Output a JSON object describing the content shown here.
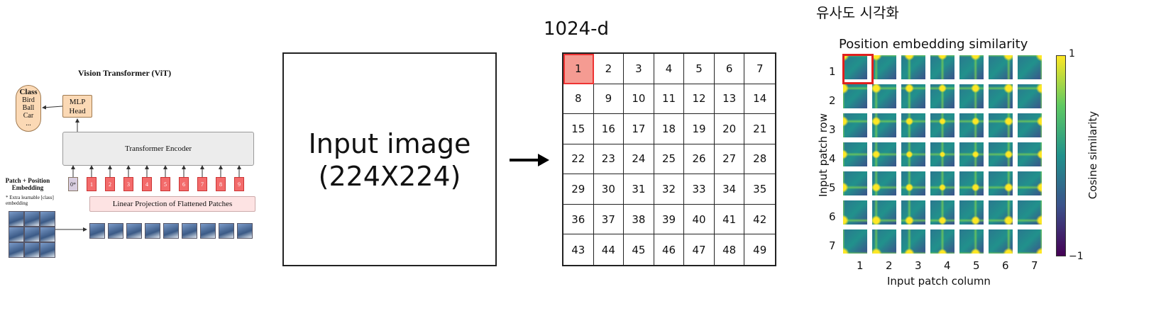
{
  "vit": {
    "title": "Vision Transformer (ViT)",
    "class_box": {
      "heading": "Class",
      "items": [
        "Bird",
        "Ball",
        "Car",
        "..."
      ]
    },
    "mlp_head": [
      "MLP",
      "Head"
    ],
    "encoder": "Transformer Encoder",
    "projection": "Linear Projection of Flattened Patches",
    "patch_position_label": "Patch + Position Embedding",
    "extra_label": "* Extra learnable [class] embedding",
    "tokens": [
      "0*",
      "1",
      "2",
      "3",
      "4",
      "5",
      "6",
      "7",
      "8",
      "9"
    ]
  },
  "input_image": {
    "line1": "Input image",
    "line2": "(224X224)"
  },
  "grid": {
    "label": "1024-d",
    "cells": [
      "1",
      "2",
      "3",
      "4",
      "5",
      "6",
      "7",
      "8",
      "9",
      "10",
      "11",
      "12",
      "13",
      "14",
      "15",
      "16",
      "17",
      "18",
      "19",
      "20",
      "21",
      "22",
      "23",
      "24",
      "25",
      "26",
      "27",
      "28",
      "29",
      "30",
      "31",
      "32",
      "33",
      "34",
      "35",
      "36",
      "37",
      "38",
      "39",
      "40",
      "41",
      "42",
      "43",
      "44",
      "45",
      "46",
      "47",
      "48",
      "49"
    ],
    "highlight_index": 0,
    "highlight_color": "#f59b92"
  },
  "heatmap": {
    "korean_title": "유사도 시각화",
    "title": "Position embedding similarity",
    "row_labels": [
      "1",
      "2",
      "3",
      "4",
      "5",
      "6",
      "7"
    ],
    "col_labels": [
      "1",
      "2",
      "3",
      "4",
      "5",
      "6",
      "7"
    ],
    "ylabel": "Input patch row",
    "xlabel": "Input patch column",
    "colorbar_label": "Cosine similarity",
    "colorbar_max": "1",
    "colorbar_min": "−1",
    "highlight_color": "#e0201e"
  }
}
